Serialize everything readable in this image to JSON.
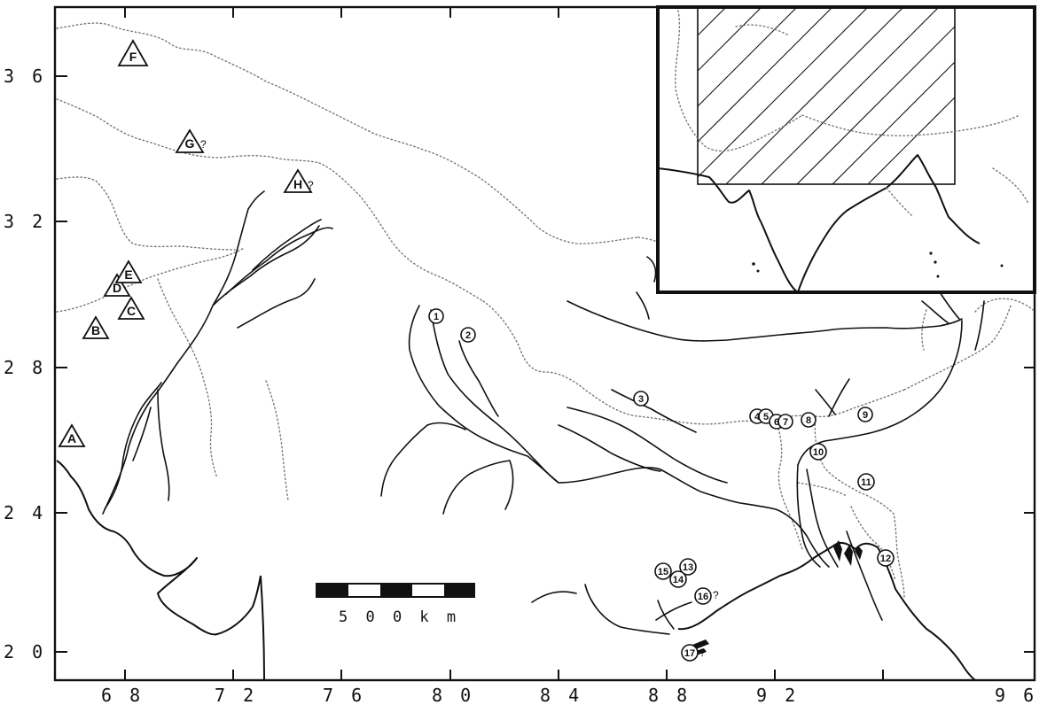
{
  "map": {
    "x_ticks": [
      "6 8",
      "7 2",
      "7 6",
      "8 0",
      "8 4",
      "8 8",
      "9 2",
      "9 6"
    ],
    "y_ticks": [
      "3 6",
      "3 2",
      "2 8",
      "2 4",
      "2 0"
    ],
    "scale_bar": {
      "label": "5 0 0   k m",
      "distance_km": 500
    },
    "triangle_sites": [
      {
        "id": "A",
        "label": "A"
      },
      {
        "id": "B",
        "label": "B"
      },
      {
        "id": "C",
        "label": "C"
      },
      {
        "id": "D",
        "label": "D"
      },
      {
        "id": "E",
        "label": "E"
      },
      {
        "id": "F",
        "label": "F"
      },
      {
        "id": "G",
        "label": "G",
        "query": "?"
      },
      {
        "id": "H",
        "label": "H",
        "query": "?"
      }
    ],
    "numbered_sites": [
      {
        "id": "1",
        "label": "1"
      },
      {
        "id": "2",
        "label": "2"
      },
      {
        "id": "3",
        "label": "3"
      },
      {
        "id": "4",
        "label": "4"
      },
      {
        "id": "5",
        "label": "5"
      },
      {
        "id": "6",
        "label": "6"
      },
      {
        "id": "7",
        "label": "7"
      },
      {
        "id": "8",
        "label": "8"
      },
      {
        "id": "9",
        "label": "9"
      },
      {
        "id": "10",
        "label": "10"
      },
      {
        "id": "11",
        "label": "11"
      },
      {
        "id": "12",
        "label": "12"
      },
      {
        "id": "13",
        "label": "13"
      },
      {
        "id": "14",
        "label": "14"
      },
      {
        "id": "15",
        "label": "15"
      },
      {
        "id": "16",
        "label": "16",
        "query": "?"
      },
      {
        "id": "17",
        "label": "17",
        "query": "?"
      }
    ],
    "colors": {
      "ink": "#111111",
      "border": "#777777",
      "background": "#ffffff"
    }
  }
}
